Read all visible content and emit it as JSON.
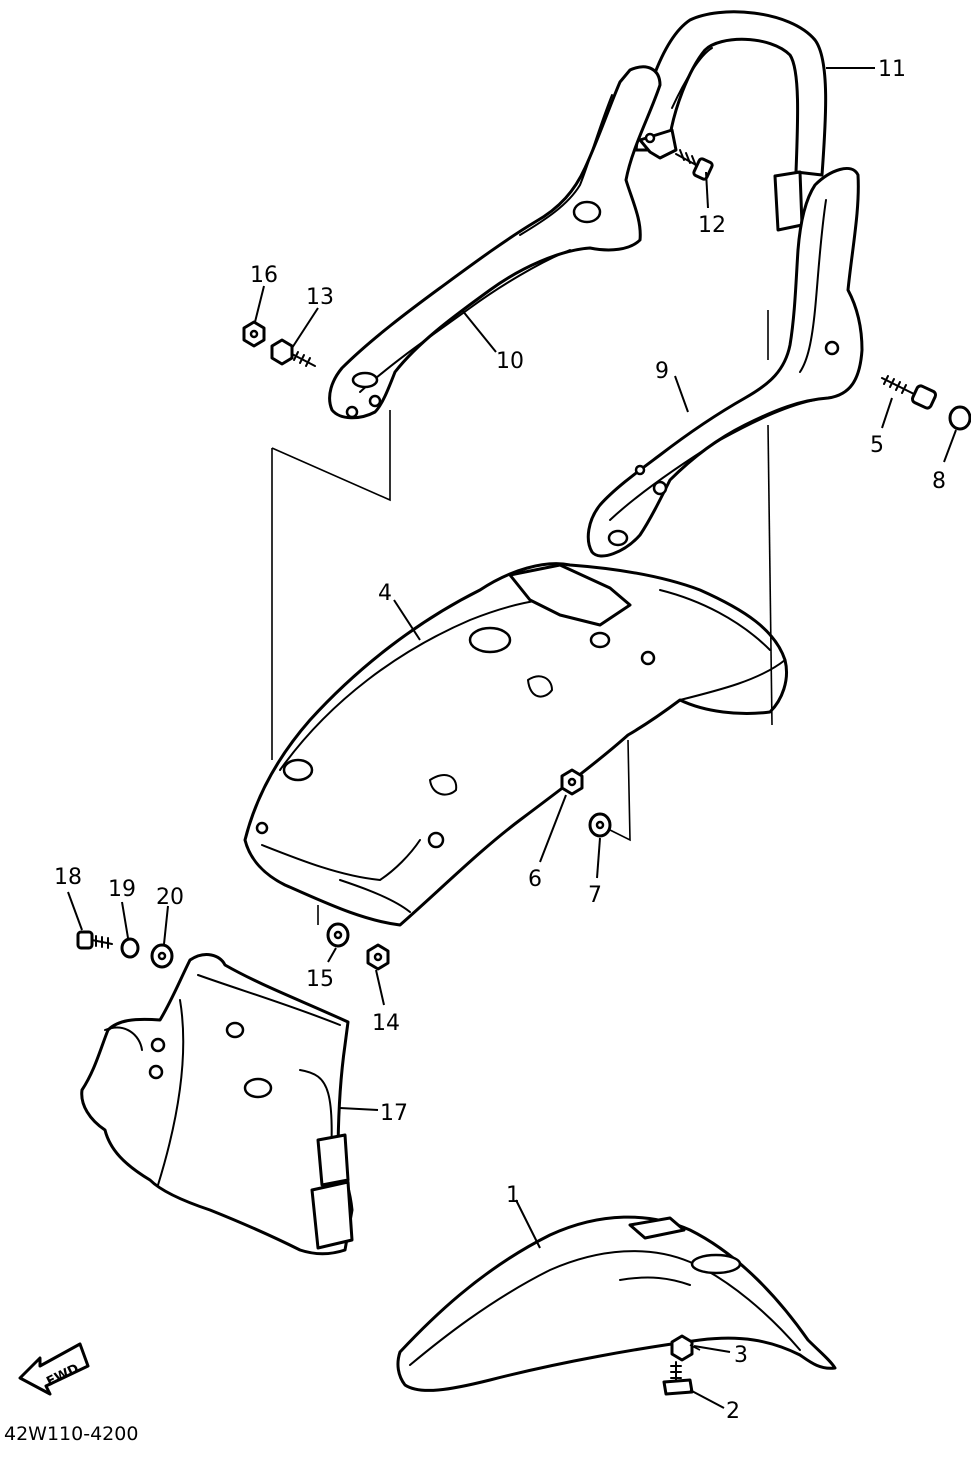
{
  "diagram_code": "42W110-4200",
  "fwd_label": "FWD",
  "callouts": [
    "1",
    "2",
    "3",
    "4",
    "5",
    "6",
    "7",
    "8",
    "9",
    "10",
    "11",
    "12",
    "13",
    "14",
    "15",
    "16",
    "17",
    "18",
    "19",
    "20"
  ]
}
